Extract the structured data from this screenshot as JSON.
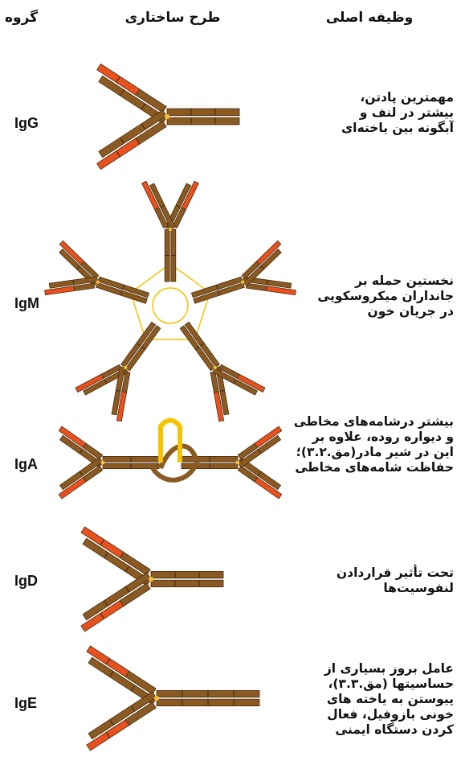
{
  "headers": {
    "group": "گروه",
    "structure": "طرح ساختاری",
    "function": "وظیفه اصلی"
  },
  "rows": [
    {
      "name": "IgG",
      "description": "مهمترین پادتن،\nبیشتر در لنف و\nآبگونه بین یاخته‌ای"
    },
    {
      "name": "IgM",
      "description": "نخستین حمله بر\nجانداران میکروسکوپی\nدر جریان خون"
    },
    {
      "name": "IgA",
      "description": "بیشتر درشامه‌های مخاطی\nو دیواره روده، علاوه بر\nاین در شیر مادر(مق.۳.۲)؛\nحفاظت شامه‌های مخاطی"
    },
    {
      "name": "IgD",
      "description": "تحت تأثیر قراردادن\nلنفوسیت‌ها"
    },
    {
      "name": "IgE",
      "description": "عامل بروز بسیاری از\nحساسیتها (مق.۳.۳)،\nپیوستن به یاخته های\nخونی بازوفیل، فعال\nکردن دستگاه ایمنی"
    }
  ],
  "colors": {
    "heavy_chain": "#8a5a22",
    "heavy_chain_edge": "#4a2e10",
    "light_chain": "#e8501e",
    "light_chain_dark": "#b8321a",
    "hinge": "#f2c233",
    "j_chain": "#f5c400"
  }
}
